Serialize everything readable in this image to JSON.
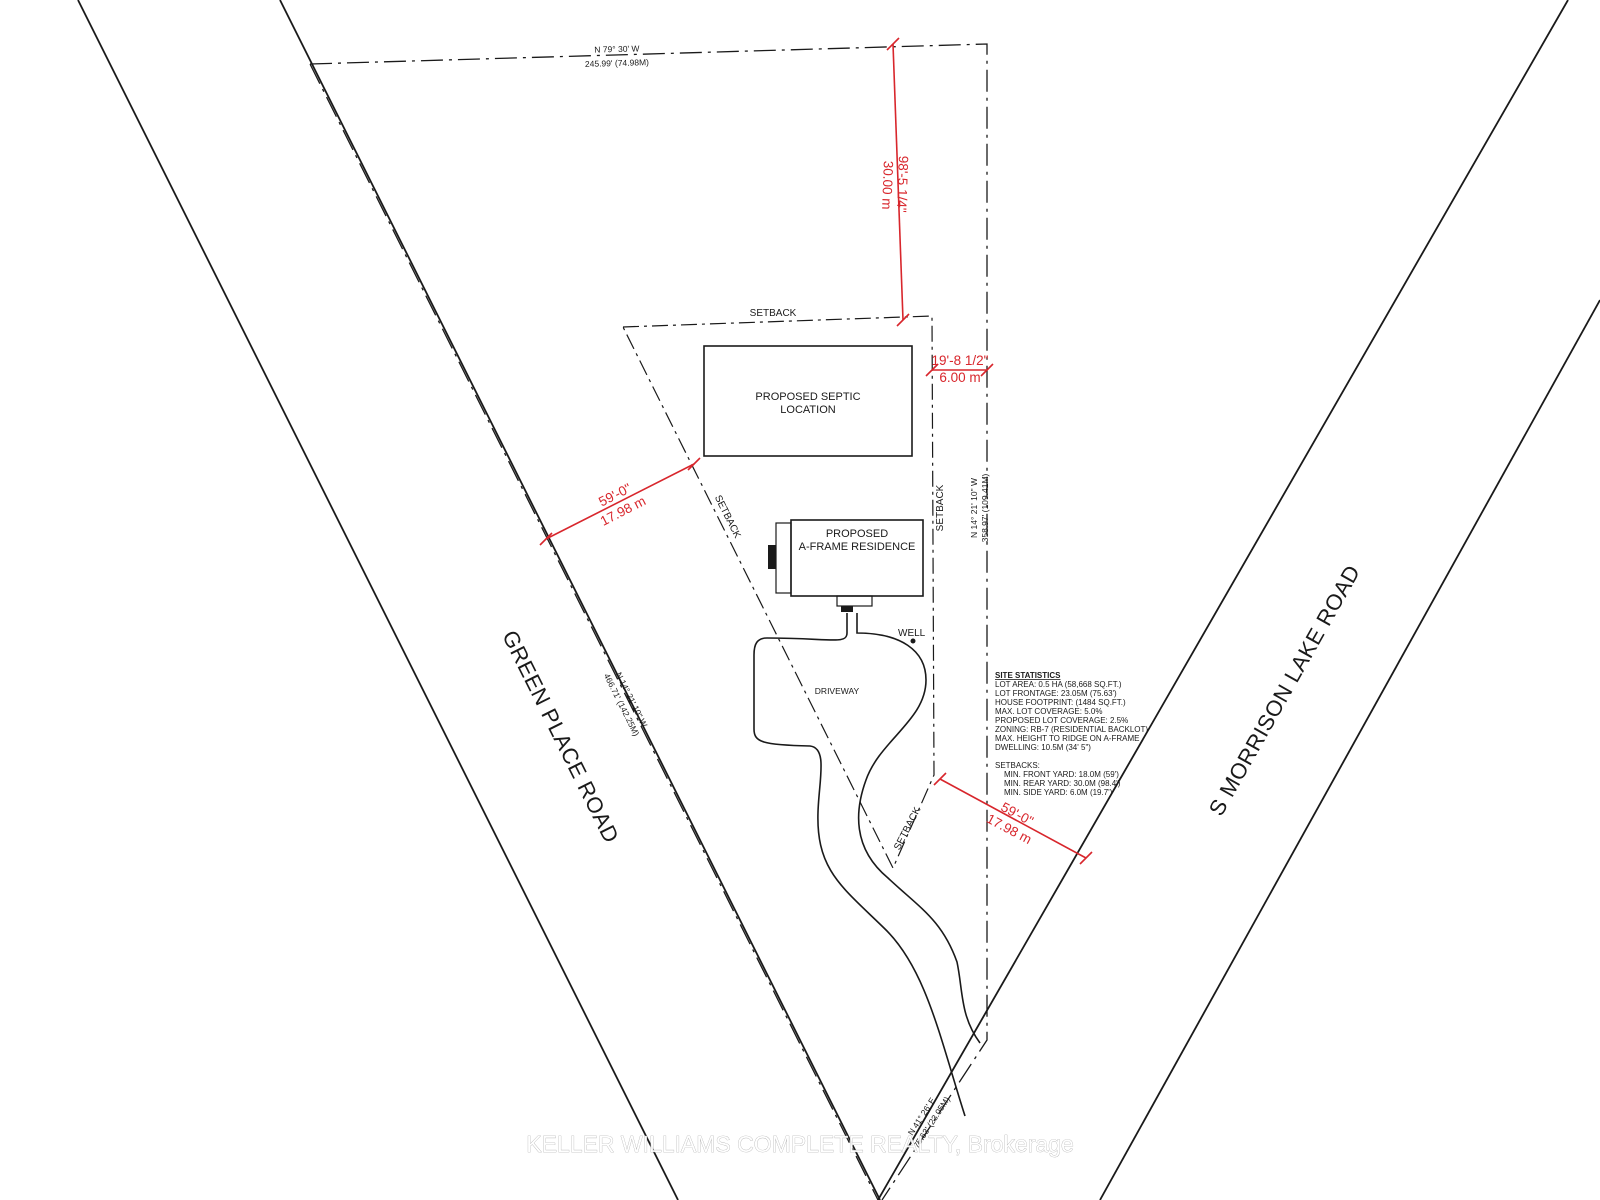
{
  "roads": {
    "green_place": "GREEN PLACE ROAD",
    "s_morrison_lake": "S MORRISON LAKE ROAD"
  },
  "bearings": {
    "north": {
      "bearing": "N 79° 30' W",
      "length": "245.99' (74.98M)"
    },
    "east": {
      "bearing": "N 14° 21' 10\" W",
      "length": "358.97' (109.41M)"
    },
    "west": {
      "bearing": "N 14° 21' 10\" W",
      "length": "466.71' (142.25M)"
    },
    "south": {
      "bearing": "N 41° 26' E",
      "length": "75.63' (23.05M)"
    }
  },
  "labels": {
    "setback": "SETBACK",
    "septic_line1": "PROPOSED SEPTIC",
    "septic_line2": "LOCATION",
    "residence_line1": "PROPOSED",
    "residence_line2": "A-FRAME RESIDENCE",
    "well": "WELL",
    "driveway": "DRIVEWAY"
  },
  "dimensions": {
    "rear_imperial": "98'-5 1/4\"",
    "rear_metric": "30.00 m",
    "side_imperial": "19'-8 1/2\"",
    "side_metric": "6.00 m",
    "front_left_imperial": "59'-0\"",
    "front_left_metric": "17.98 m",
    "front_right_imperial": "59'-0\"",
    "front_right_metric": "17.98 m"
  },
  "site_statistics": {
    "title": "SITE STATISTICS",
    "lines": [
      "LOT AREA: 0.5 HA (58,668 SQ.FT.)",
      "LOT FRONTAGE: 23.05M (75.63')",
      "HOUSE FOOTPRINT: (1484 SQ.FT.)",
      "MAX. LOT COVERAGE: 5.0%",
      "PROPOSED LOT COVERAGE: 2.5%",
      "ZONING: RB-7 (RESIDENTIAL BACKLOT)",
      "MAX. HEIGHT TO RIDGE ON A-FRAME",
      "DWELLING: 10.5M (34' 5\")"
    ],
    "setbacks_title": "SETBACKS:",
    "setbacks": [
      "MIN. FRONT YARD: 18.0M (59')",
      "MIN. REAR YARD: 30.0M (98.4')",
      "MIN. SIDE YARD: 6.0M (19.7')"
    ]
  },
  "watermark": "KELLER WILLIAMS COMPLETE REALTY, Brokerage"
}
